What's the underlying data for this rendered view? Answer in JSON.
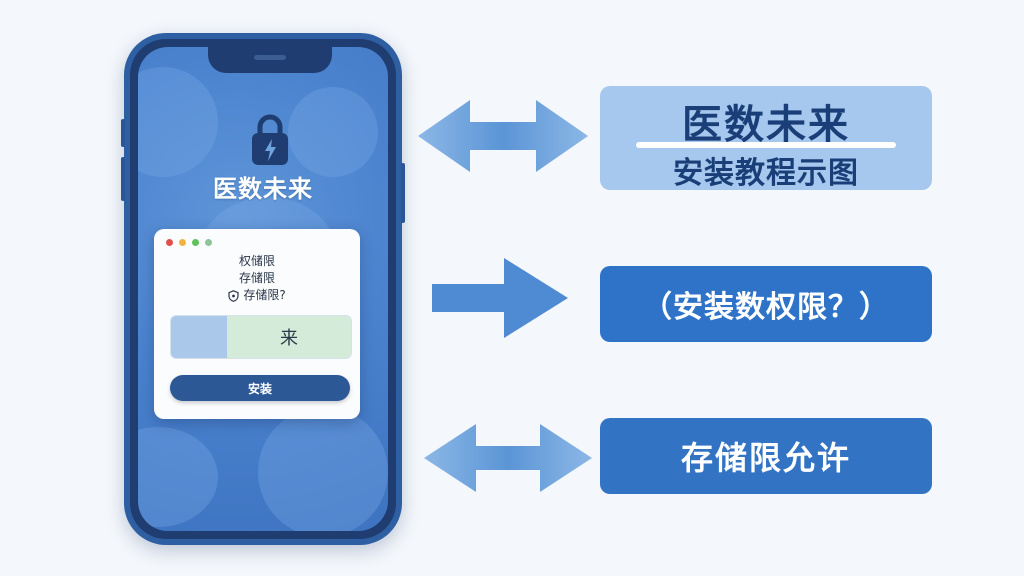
{
  "phone": {
    "app_name": "医数未来",
    "dialog": {
      "line1": "权储限",
      "line2": "存储限",
      "line3": "存储限?",
      "stepper_value": "来",
      "install_button": "安装"
    },
    "dot_colors": [
      "#e0504b",
      "#f2b440",
      "#5dc25a",
      "#8fc49a"
    ]
  },
  "labels": {
    "title_line1": "医数未来",
    "title_line2": "安装教程示图",
    "permission": "（安装数权限？）",
    "storage": "存储限允许"
  },
  "colors": {
    "arrow": "#5b95d6",
    "arrow_light": "#8cb7e6",
    "accent": "#2f73c8"
  }
}
